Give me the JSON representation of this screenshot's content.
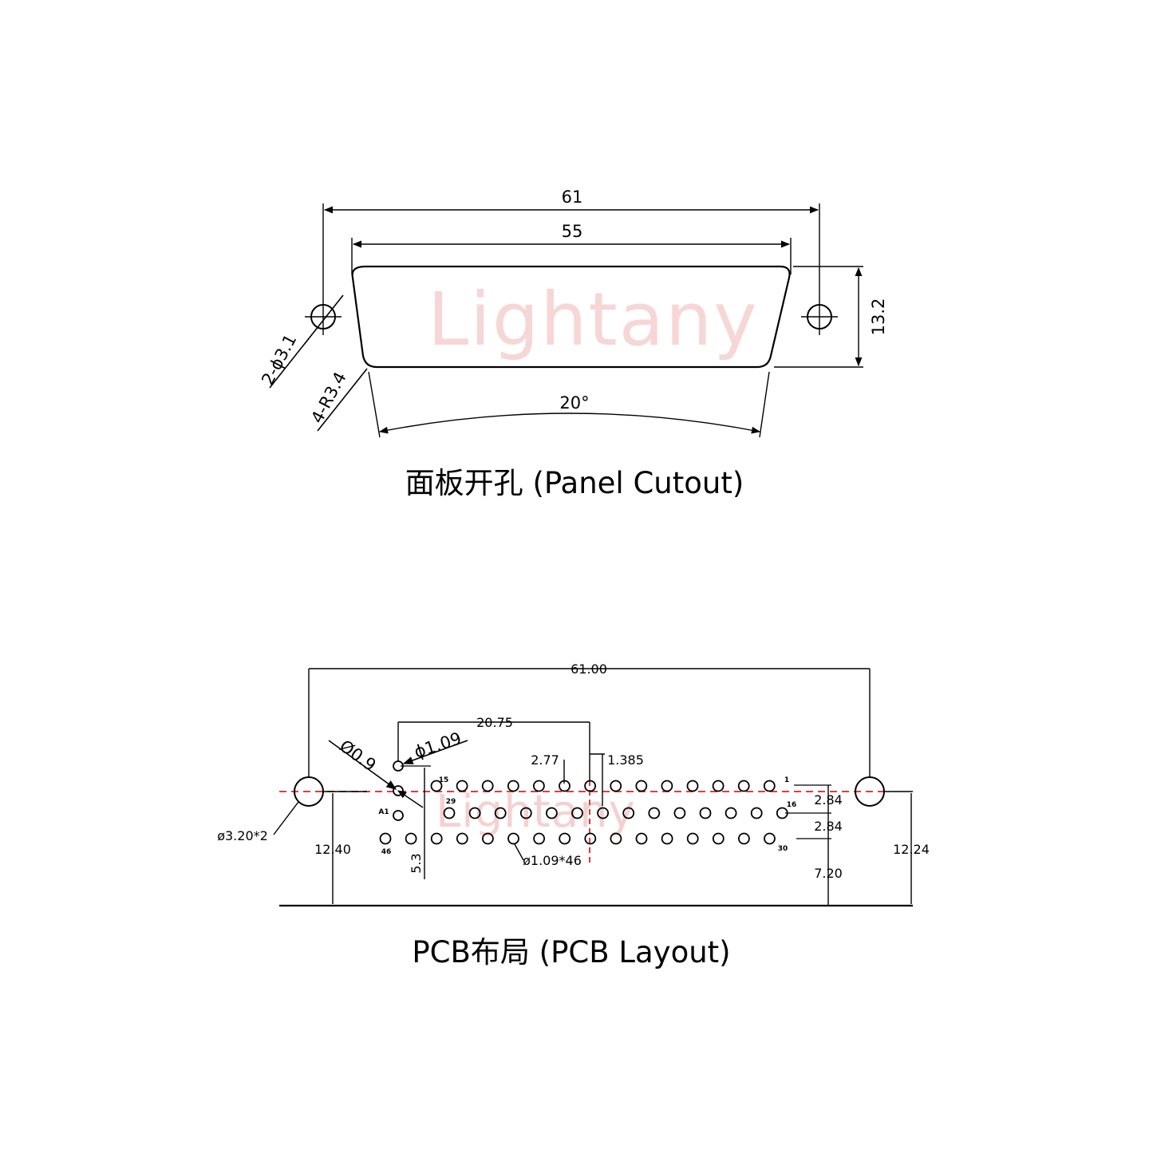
{
  "watermark": "Lightany",
  "panel_cutout": {
    "caption": "面板开孔 (Panel Cutout)",
    "dim_overall_width": "61",
    "dim_body_width": "55",
    "dim_height": "13.2",
    "angle": "20°",
    "hole_callout": "2-ϕ3.1",
    "radius_callout": "4-R3.4"
  },
  "pcb_layout": {
    "caption": "PCB布局 (PCB Layout)",
    "dim_overall": "61.00",
    "dim_offset": "20.75",
    "dim_pitch": "2.77",
    "dim_half_pitch": "1.385",
    "hole_small": "ϕ1.09",
    "hole_micro": "Ø0.9",
    "mount_hole_callout": "ø3.20*2",
    "pin_hole_callout": "ø1.09*46",
    "row_spacing_1": "2.84",
    "row_spacing_2": "2.84",
    "dim_left_height": "12.40",
    "dim_right_height": "12.24",
    "dim_bottom_offset": "7.20",
    "dim_vertical_5_3": "5.3",
    "pin_labels": {
      "p1": "1",
      "p15": "15",
      "p16": "16",
      "p29": "29",
      "p30": "30",
      "p46": "46",
      "pA1": "A1"
    }
  },
  "colors": {
    "line": "#000000",
    "centerline": "#d9232a",
    "watermark": "#f7d6d6"
  }
}
